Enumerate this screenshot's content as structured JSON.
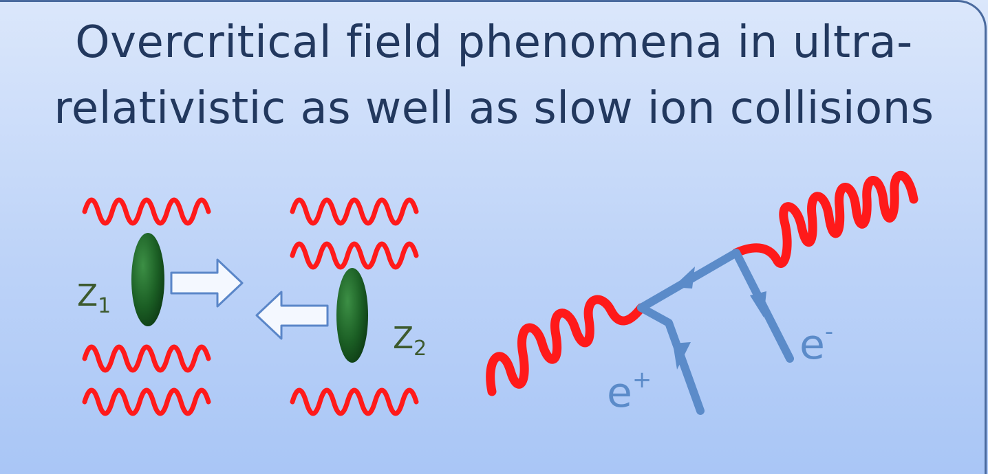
{
  "title": {
    "line1": "Overcritical field phenomena in ultra-",
    "line2": "relativistic as well as slow ion collisions"
  },
  "nuclei": {
    "z1": {
      "symbol": "Z",
      "subscript": "1"
    },
    "z2": {
      "symbol": "Z",
      "subscript": "2"
    }
  },
  "feynman": {
    "positron": {
      "symbol": "e",
      "charge": "+"
    },
    "electron": {
      "symbol": "e",
      "charge": "-"
    }
  },
  "colors": {
    "title": "#22385e",
    "wave": "#ff1a1a",
    "nucleus": "#1f6b2a",
    "arrow_outline": "#5a86c8",
    "fermion_line": "#5b8bc9",
    "label_z": "#3d5a2e",
    "label_e": "#5b8bc9"
  }
}
